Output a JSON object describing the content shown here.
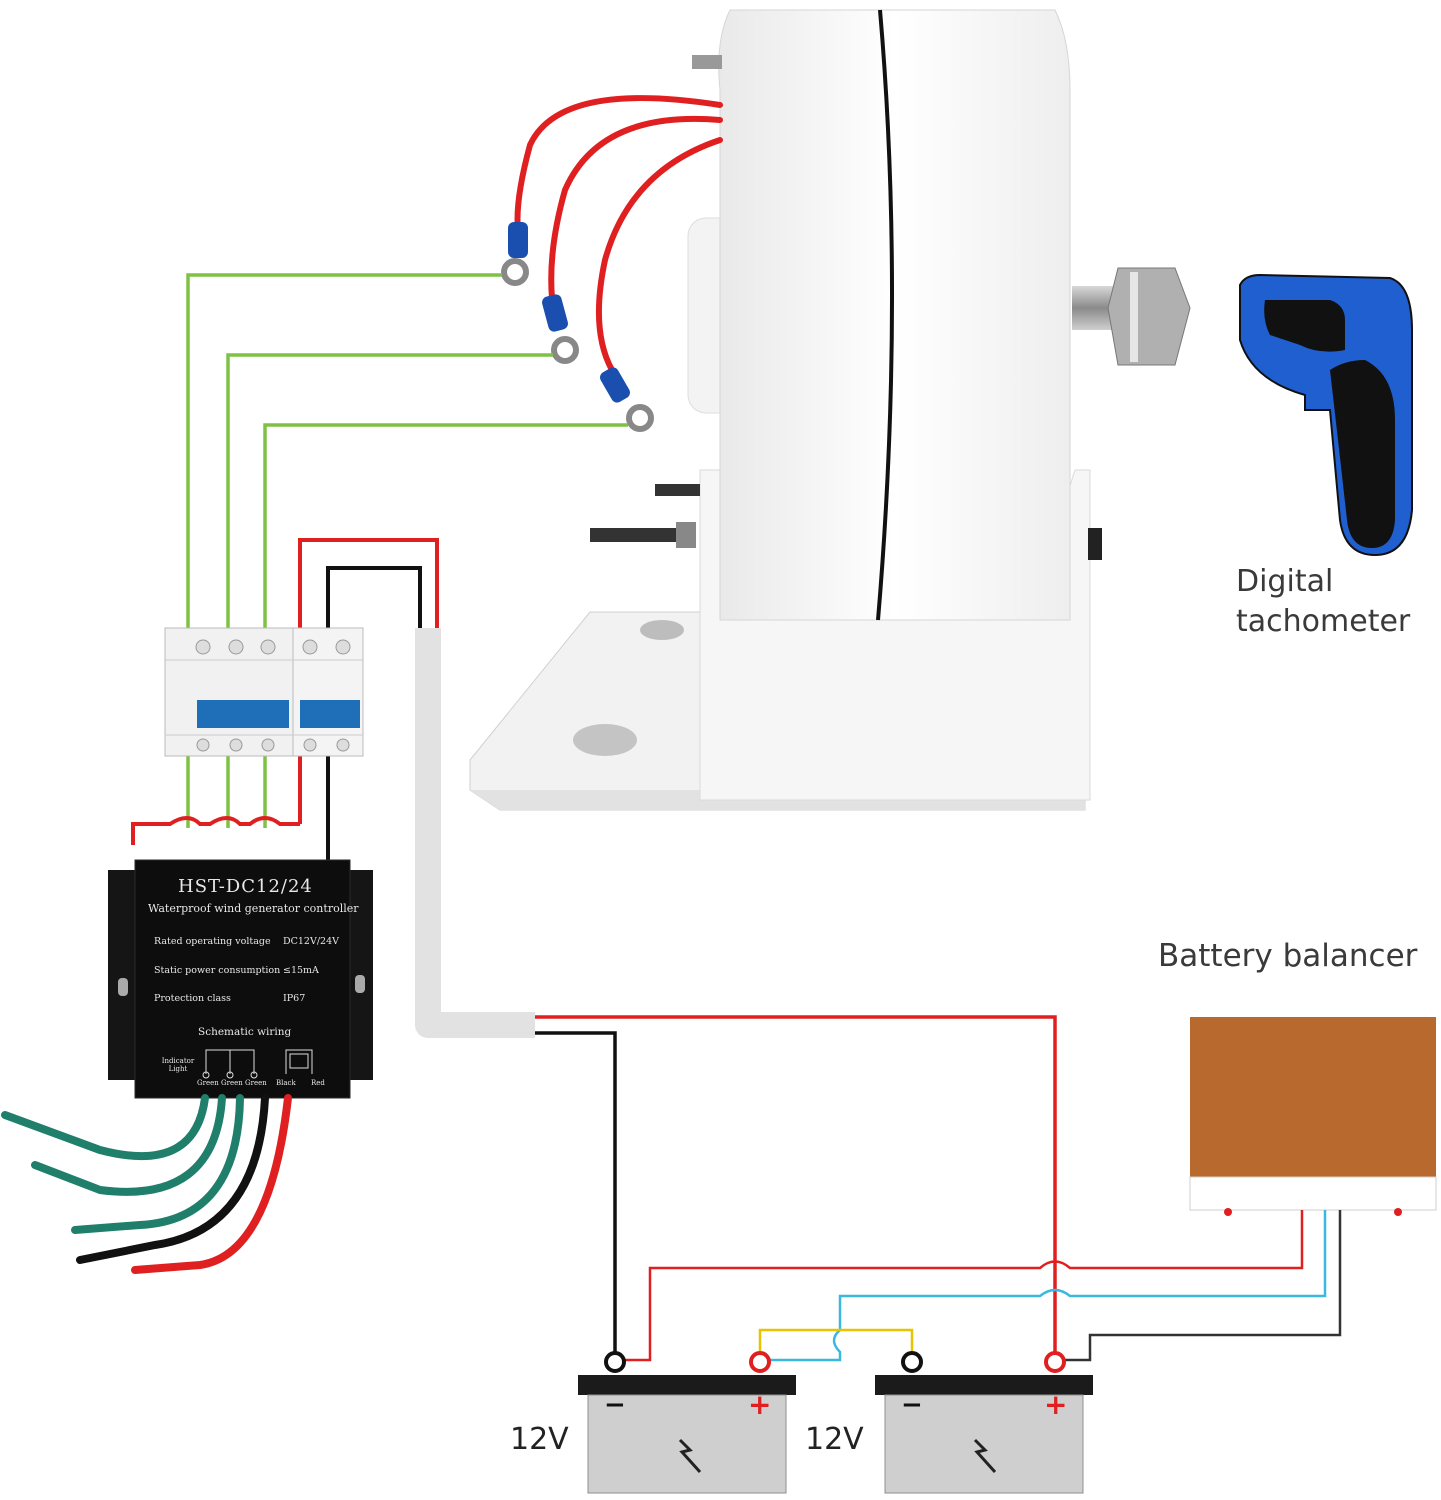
{
  "labels": {
    "tachometer_line1": "Digital",
    "tachometer_line2": "tachometer",
    "battery_balancer": "Battery balancer"
  },
  "controller": {
    "model": "HST-DC12/24",
    "subtitle": "Waterproof wind generator controller",
    "specs": [
      {
        "name": "Rated operating voltage",
        "value": "DC12V/24V"
      },
      {
        "name": "Static power consumption",
        "value": "≤15mA"
      },
      {
        "name": "Protection class",
        "value": "IP67"
      }
    ],
    "schematic_title": "Schematic wiring",
    "indicator_label": "Indicator Light",
    "terminals": [
      "Green",
      "Green",
      "Green",
      "Black",
      "Red"
    ]
  },
  "batteries": [
    {
      "voltage": "12V",
      "neg": "−",
      "pos": "+"
    },
    {
      "voltage": "12V",
      "neg": "−",
      "pos": "+"
    }
  ],
  "colors": {
    "green_wire": "#7dc243",
    "red_wire": "#e02020",
    "black_wire": "#111111",
    "cyan_wire": "#3ab8e0",
    "yellow_wire": "#e8c400",
    "teal_wire": "#1f7f6a",
    "tachometer_blue": "#1f5fd0",
    "balancer_brown": "#b8692e"
  }
}
